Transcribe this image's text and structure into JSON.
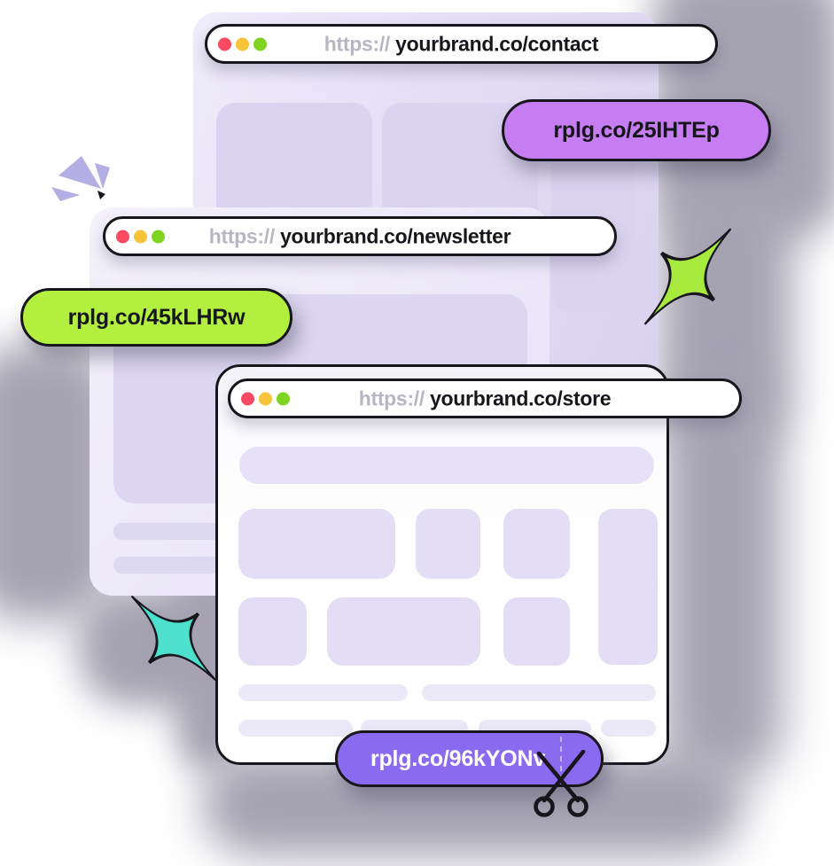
{
  "browser_windows": [
    {
      "id": "contact",
      "scheme": "https://",
      "url": "yourbrand.co/contact"
    },
    {
      "id": "newsletter",
      "scheme": "https://",
      "url": "yourbrand.co/newsletter"
    },
    {
      "id": "store",
      "scheme": "https://",
      "url": "yourbrand.co/store"
    }
  ],
  "short_links": [
    {
      "id": "contact",
      "label": "rplg.co/25IHTEp"
    },
    {
      "id": "newsletter",
      "label": "rplg.co/45kLHRw"
    },
    {
      "id": "store",
      "label": "rplg.co/96kYONv"
    }
  ],
  "colors": {
    "traffic_red": "#f94a62",
    "traffic_amber": "#f6c339",
    "traffic_green": "#7fd321",
    "scheme_gray": "#b9b6c4",
    "url_dark": "#17161d",
    "pill_contact_bg": "#c77df2",
    "pill_newsletter_bg": "#b2ef3e",
    "pill_store_bg": "#8a6bf0",
    "sparkle_green": "#a8e93e",
    "sparkle_teal": "#4ce0cd",
    "burst_lavender": "#b3aee3"
  }
}
